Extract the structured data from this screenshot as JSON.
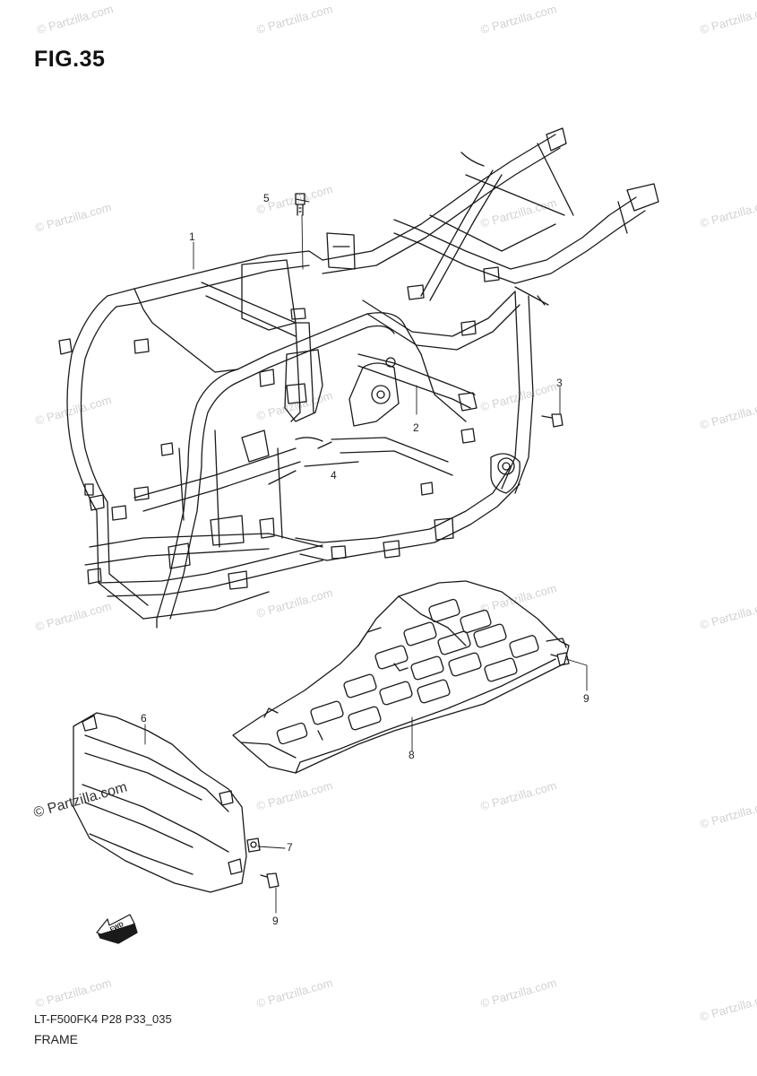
{
  "figure": {
    "title": "FIG.35"
  },
  "callouts": [
    {
      "id": "1",
      "label": "1"
    },
    {
      "id": "2",
      "label": "2"
    },
    {
      "id": "3",
      "label": "3"
    },
    {
      "id": "4",
      "label": "4"
    },
    {
      "id": "5",
      "label": "5"
    },
    {
      "id": "6",
      "label": "6"
    },
    {
      "id": "7",
      "label": "7"
    },
    {
      "id": "8",
      "label": "8"
    },
    {
      "id": "9a",
      "label": "9"
    },
    {
      "id": "9b",
      "label": "9"
    }
  ],
  "direction_marker": {
    "label": "FWD"
  },
  "footer": {
    "code": "LT-F500FK4 P28 P33_035",
    "name": "FRAME"
  },
  "watermark": {
    "text": "© Partzilla.com"
  },
  "colors": {
    "line": "#1a1a1a",
    "watermark": "#d2d2d2",
    "background": "#ffffff"
  }
}
